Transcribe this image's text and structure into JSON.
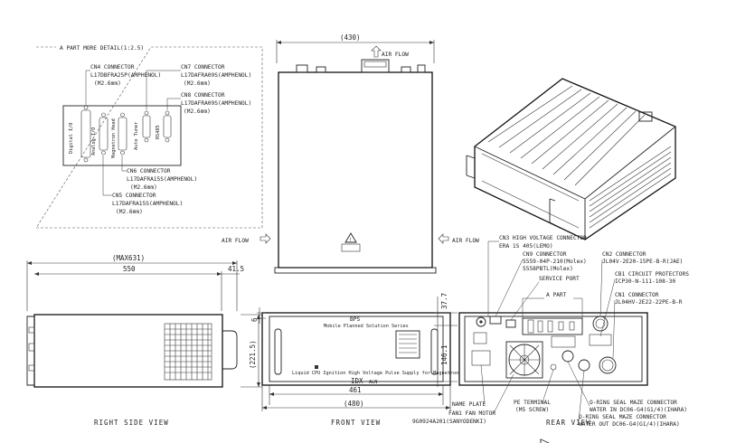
{
  "detail_title": "A PART MORE DETAIL(1:2.5)",
  "connectors": {
    "cn4": {
      "name": "CN4 CONNECTOR",
      "part": "L17DBFRA25P(AMPHENOL)",
      "screw": "(M2.6mm)"
    },
    "cn7": {
      "name": "CN7 CONNECTOR",
      "part": "L17DAFRA09S(AMPHENOL)",
      "screw": "(M2.6mm)"
    },
    "cn8": {
      "name": "CN8 CONNECTOR",
      "part": "L17DAFRA09S(AMPHENOL)",
      "screw": "(M2.6mm)"
    },
    "cn6": {
      "name": "CN6 CONNECTOR",
      "part": "L17DAFRA15S(AMPHENOL)",
      "screw": "(M2.6mm)"
    },
    "cn5": {
      "name": "CN5 CONNECTOR",
      "part": "L17DAFRA15S(AMPHENOL)",
      "screw": "(M2.6mm)"
    }
  },
  "port_labels": {
    "digital": "Digital I/O",
    "analog": "Analog I/O",
    "magnetron": "Magnetron Head",
    "autotuner": "Auto Tuner",
    "rs485": "RS485"
  },
  "top_view": {
    "width_dim": "(430)",
    "airflow_top": "AIR FLOW",
    "airflow_left": "AIR FLOW",
    "airflow_right": "AIR FLOW"
  },
  "right_side": {
    "max_dim": "(MAX631)",
    "depth_dim": "550",
    "rear_dim": "41.5",
    "height_dim": "(221.5)",
    "view_label": "RIGHT SIDE VIEW"
  },
  "front": {
    "brand": "BPS",
    "subtitle": "Mobile Planned Solution Series",
    "model": "IDX",
    "model_suffix": "ALN",
    "long_text": "Liquid CPU Ignition High Voltage Pulse Supply for Magnetron",
    "width_inner": "461",
    "width_outer": "(480)",
    "dim_6": "6",
    "view_label": "FRONT VIEW"
  },
  "rear": {
    "dim_37": "37.7",
    "dim_146": "146.1",
    "view_label": "REAR VIEW",
    "part_a": "A PART",
    "cn3": {
      "name": "CN3 HIGH VOLTAGE CONNECTOR",
      "part": "ERA 1S 405(LEMO)"
    },
    "cn9": {
      "name": "CN9 CONNECTOR",
      "part1": "5559-04P-210(Molex)",
      "part2": "5558PBTL(Molex)"
    },
    "service": "SERVICE PORT",
    "cn2": {
      "name": "CN2 CONNECTOR",
      "part": "JL04V-2E20-15PE-B-R(JAE)"
    },
    "cb1": {
      "name": "CB1 CIRCUIT PROTECTORS",
      "part": "ICP30-N-111-108-30"
    },
    "cn1": {
      "name": "CN1 CONNECTOR",
      "part": "JL04HV-2E22-22PE-B-R"
    },
    "nameplate": "NAME PLATE",
    "fan": {
      "name": "FAN1 FAN MOTOR",
      "part": "9G0924A201(SANYODENKI)"
    },
    "pe": {
      "name": "PE TERMINAL",
      "part": "(M5 SCREW)"
    },
    "oring_in": {
      "name": "O-RING SEAL MAZE CONNECTOR",
      "part": "WATER IN DC06-G4(G1/4)(IHARA)"
    },
    "oring_out": {
      "name": "O-RING SEAL MAZE CONNECTOR",
      "part": "WATER OUT DC06-G4(G1/4)(IHARA)"
    }
  }
}
